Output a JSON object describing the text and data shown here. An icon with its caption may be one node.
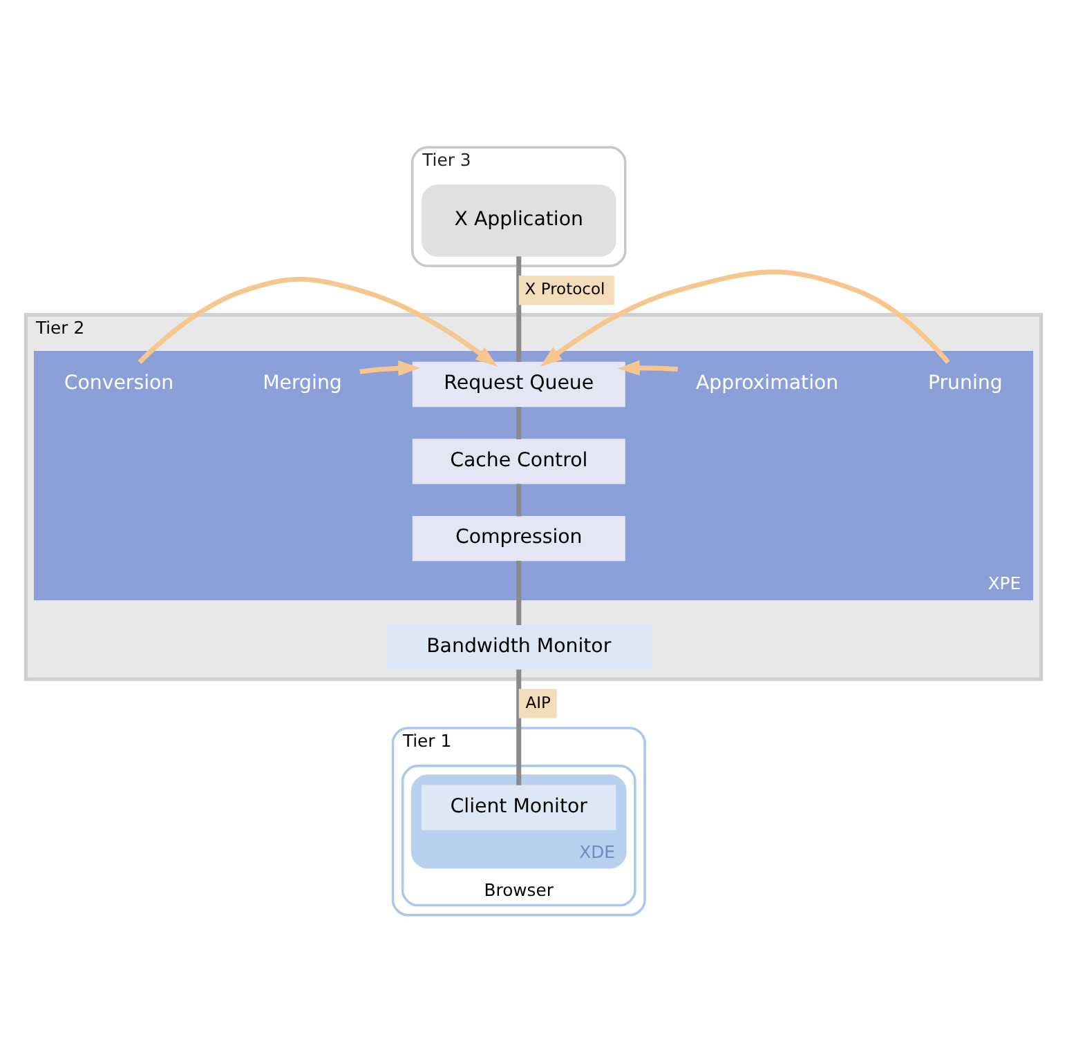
{
  "diagram": {
    "nodes": [
      {
        "text": [
          "Tier 3"
        ]
      },
      {
        "text": [
          "X Application"
        ],
        "in": 0
      },
      {
        "text": [
          "Tier 2"
        ]
      },
      {
        "text": [
          "XPE"
        ],
        "in": 2
      },
      {
        "text": [
          "Conversion"
        ],
        "in": 3
      },
      {
        "text": [
          "Merging"
        ],
        "in": 3
      },
      {
        "text": [
          "Request Queue"
        ],
        "in": 3
      },
      {
        "text": [
          "Approximation"
        ],
        "in": 3
      },
      {
        "text": [
          "Pruning"
        ],
        "in": 3
      },
      {
        "text": [
          "Cache Control"
        ],
        "in": 3
      },
      {
        "text": [
          "Compression"
        ],
        "in": 3
      },
      {
        "text": [
          "Bandwidth Monitor"
        ],
        "in": 2
      },
      {
        "text": [
          "Tier 1"
        ]
      },
      {
        "text": [
          "Browser"
        ],
        "in": 12
      },
      {
        "text": [
          "XDE"
        ],
        "in": 13
      },
      {
        "text": [
          "Client Monitor"
        ],
        "in": 14
      }
    ],
    "edges": [
      {
        "from": 1,
        "to": 6,
        "arrow": "none",
        "label": "X Protocol"
      },
      {
        "from": 4,
        "to": 6,
        "arrow": "to",
        "color": "#f5c78e"
      },
      {
        "from": 5,
        "to": 6,
        "arrow": "to",
        "color": "#f5c78e"
      },
      {
        "from": 7,
        "to": 6,
        "arrow": "to",
        "color": "#f5c78e"
      },
      {
        "from": 8,
        "to": 6,
        "arrow": "to",
        "color": "#f5c78e"
      },
      {
        "from": 6,
        "to": 9,
        "arrow": "none"
      },
      {
        "from": 9,
        "to": 10,
        "arrow": "none"
      },
      {
        "from": 10,
        "to": 11,
        "arrow": "none"
      },
      {
        "from": 11,
        "to": 15,
        "arrow": "none",
        "label": "AIP"
      }
    ]
  }
}
